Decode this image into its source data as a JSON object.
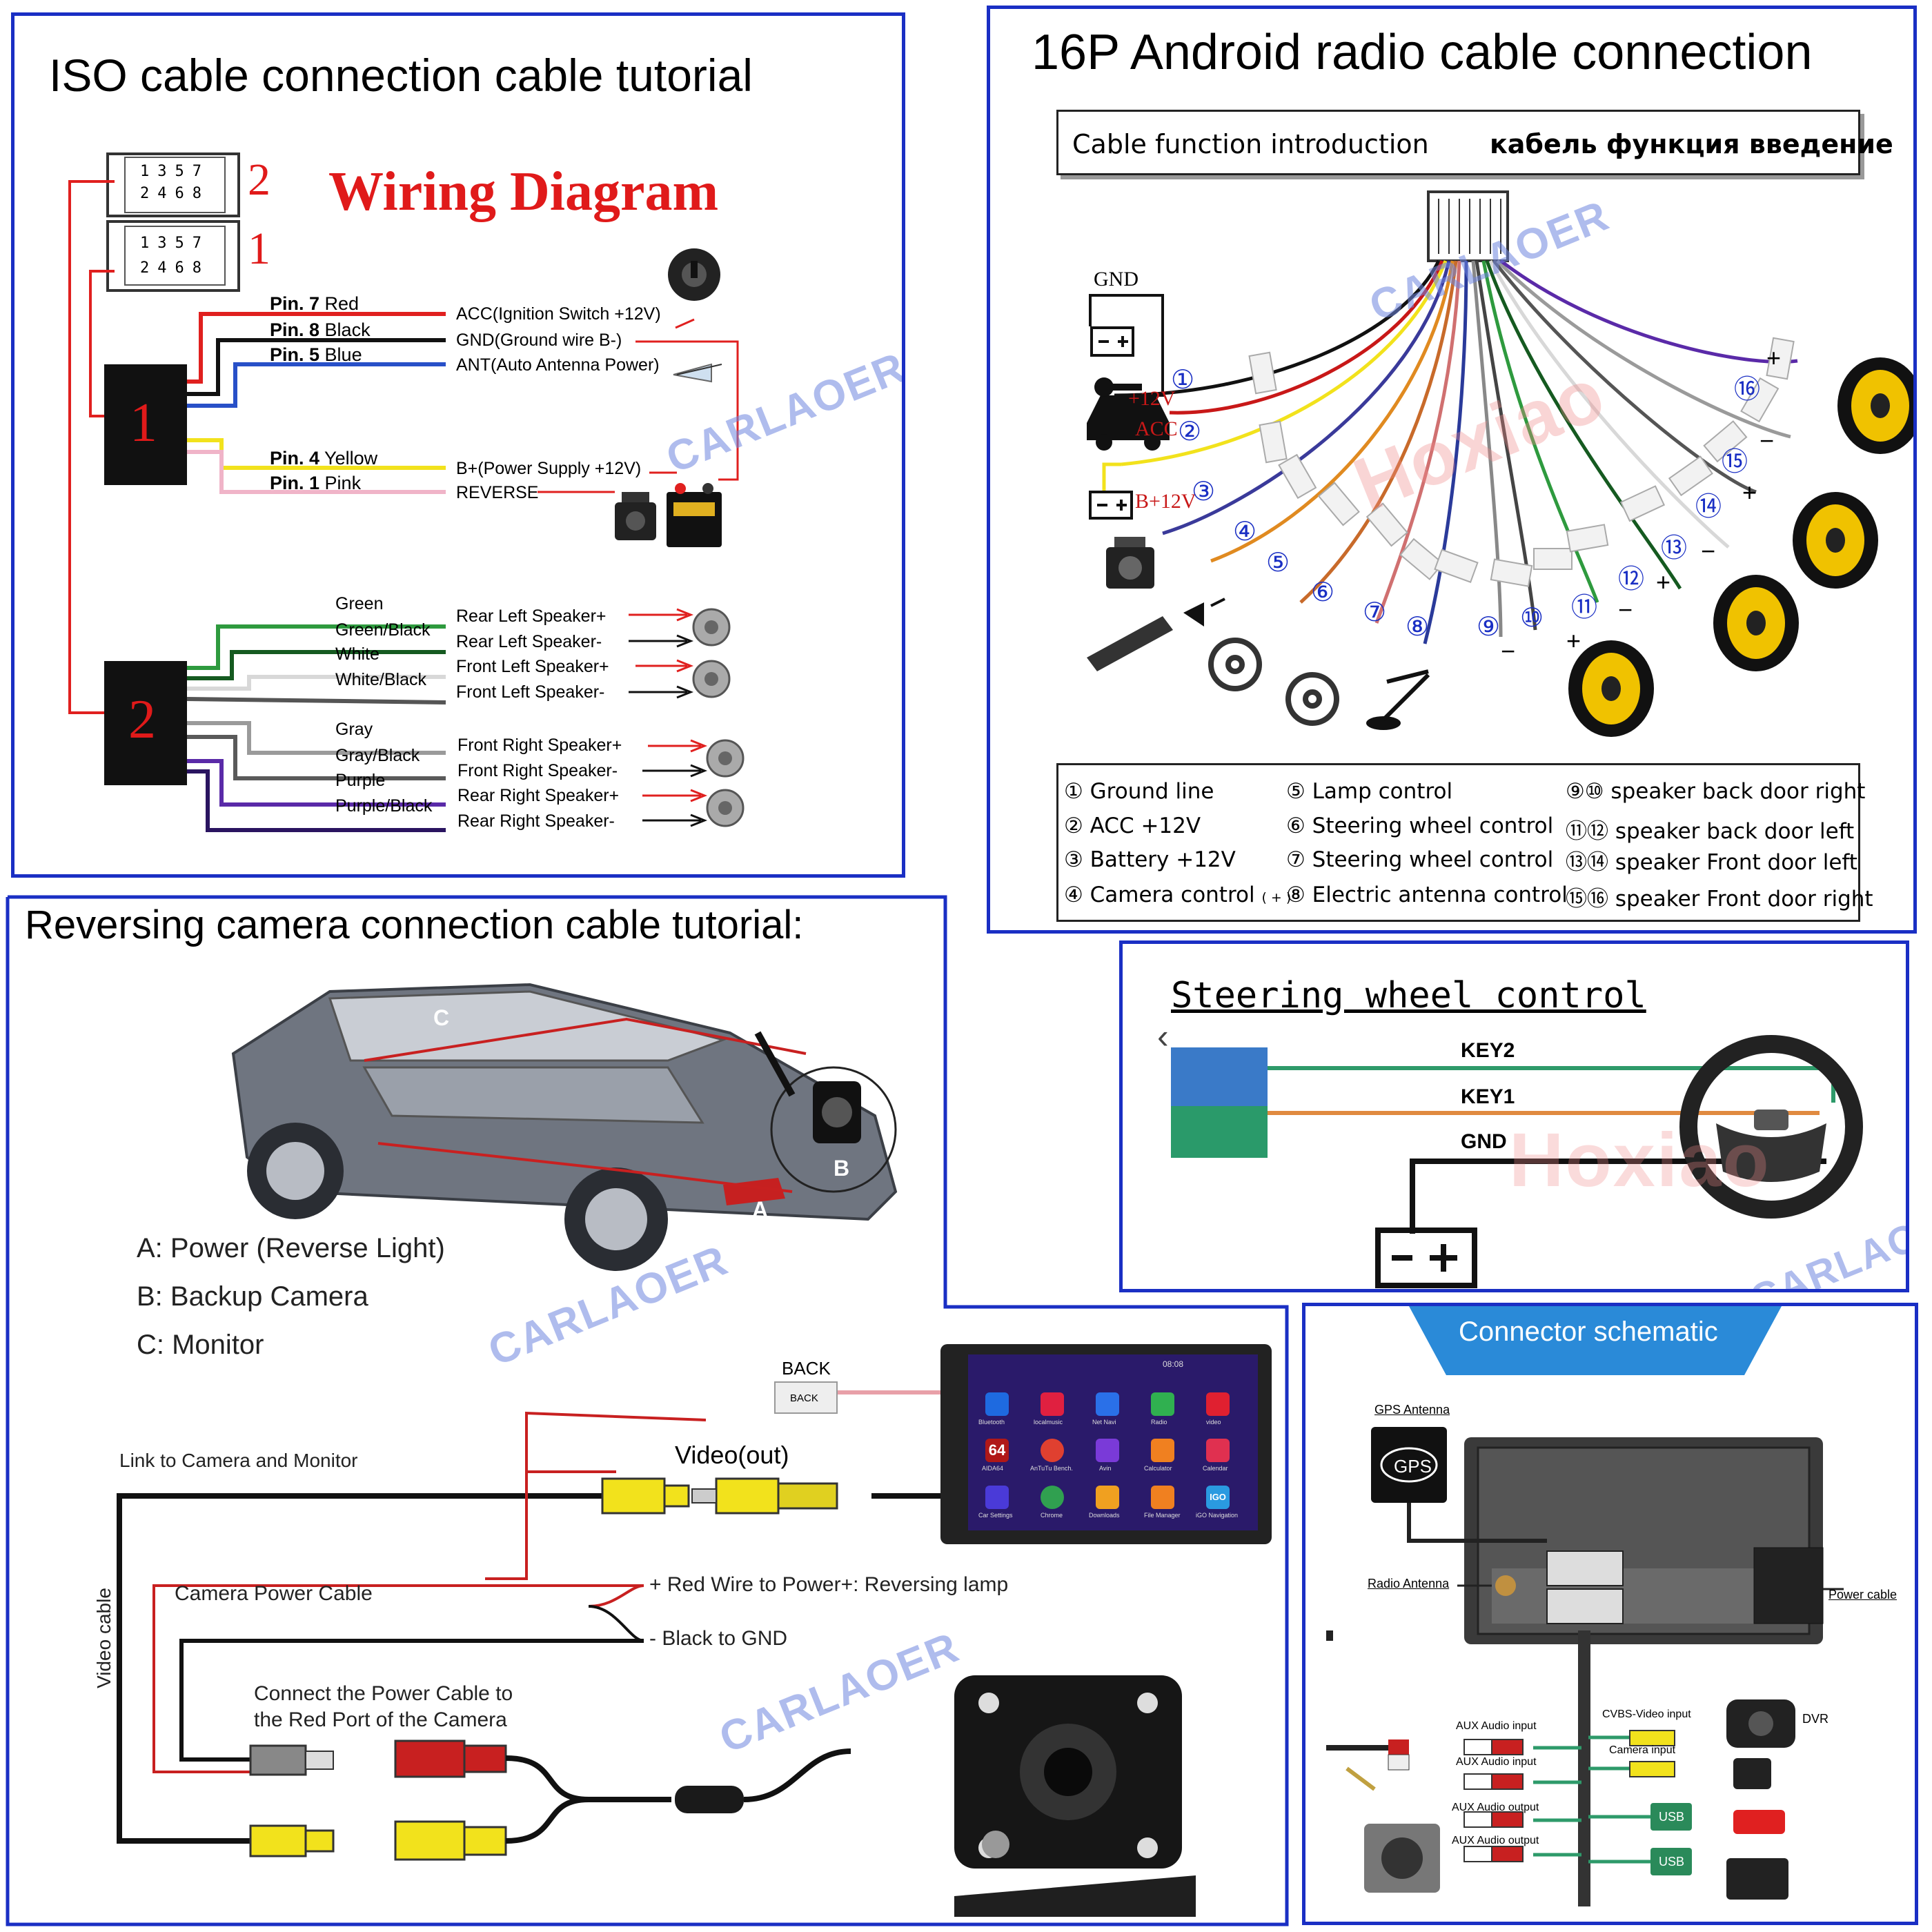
{
  "iso_panel": {
    "title": "ISO cable connection cable tutorial",
    "diagram_title": "Wiring Diagram",
    "connector_labels": [
      "2",
      "1"
    ],
    "connector_pin_rows": [
      [
        "1",
        "3",
        "5",
        "7"
      ],
      [
        "2",
        "4",
        "6",
        "8"
      ]
    ],
    "box1": "1",
    "box2": "2",
    "pins": [
      {
        "pin": "Pin. 7",
        "color_name": "Red",
        "label": "ACC(Ignition Switch +12V)",
        "color": "#e0201f"
      },
      {
        "pin": "Pin. 8",
        "color_name": "Black",
        "label": "GND(Ground wire B-)",
        "color": "#111111"
      },
      {
        "pin": "Pin. 5",
        "color_name": "Blue",
        "label": "ANT(Auto Antenna Power)",
        "color": "#2850c8"
      },
      {
        "pin": "Pin. 4",
        "color_name": "Yellow",
        "label": "B+(Power Supply +12V)",
        "color": "#f2e21c"
      },
      {
        "pin": "Pin. 1",
        "color_name": "Pink",
        "label": "REVERSE",
        "color": "#f0b4c8"
      }
    ],
    "speakers": [
      {
        "wire": "Green",
        "label": "Rear Left Speaker+",
        "color": "#2e9a3e"
      },
      {
        "wire": "Green/Black",
        "label": "Rear Left Speaker-",
        "color": "#155a20"
      },
      {
        "wire": "White",
        "label": "Front Left Speaker+",
        "color": "#d8d8d8"
      },
      {
        "wire": "White/Black",
        "label": "Front Left Speaker-",
        "color": "#555555"
      },
      {
        "wire": "Gray",
        "label": "Front Right Speaker+",
        "color": "#9a9a9a"
      },
      {
        "wire": "Gray/Black",
        "label": "Front Right Speaker-",
        "color": "#5a5a5a"
      },
      {
        "wire": "Purple",
        "label": "Rear Right Speaker+",
        "color": "#5a2aa8"
      },
      {
        "wire": "Purple/Black",
        "label": "Rear Right Speaker-",
        "color": "#2a1460"
      }
    ],
    "watermark": "CARLAOER"
  },
  "android_panel": {
    "title": "16P Android radio cable connection",
    "header_left": "Cable function introduction",
    "header_right": "кабель функция введение",
    "gnd_label": "GND",
    "acc_plus": "+12V",
    "acc_label": "ACC",
    "battery_label": "B+12V",
    "watermark": "CARLAOER",
    "watermark2": "Hoxiao",
    "numbers": [
      "①",
      "②",
      "③",
      "④",
      "⑤",
      "⑥",
      "⑦",
      "⑧",
      "⑨",
      "⑩",
      "⑪",
      "⑫",
      "⑬",
      "⑭",
      "⑮",
      "⑯"
    ],
    "plus": "+",
    "minus": "−",
    "legend": [
      "① Ground line",
      "② ACC +12V",
      "③ Battery +12V",
      "④ Camera control",
      "⑤ Lamp control",
      "⑥ Steering wheel control",
      "⑦ Steering wheel control",
      "⑧ Electric antenna control",
      "⑨⑩ speaker back door right",
      "⑪⑫ speaker back door left",
      "⑬⑭ speaker Front door left",
      "⑮⑯ speaker Front door right"
    ],
    "camera_suffix": "( + )"
  },
  "reversing_panel": {
    "title": "Reversing camera connection cable tutorial:",
    "labels": {
      "a": "A: Power (Reverse Light)",
      "b": "B: Backup Camera",
      "c": "C: Monitor"
    },
    "car_marks": [
      "A",
      "B",
      "C"
    ],
    "back_label": "BACK",
    "back_tag": "BACK",
    "video_out": "Video(out)",
    "link": "Link to Camera and Monitor",
    "power_cable": "Camera Power Cable",
    "red_wire": "+ Red Wire to Power+: Reversing lamp",
    "black_gnd": "- Black to GND",
    "connect_1": "Connect the Power Cable to",
    "connect_2": "the Red Port of the Camera",
    "video_cable": "Video cable",
    "watermark": "CARLAOER",
    "watermark2": "CARLAOER",
    "screen_time": "08:08",
    "apps": [
      "Bluetooth",
      "localmusic",
      "Net Navi",
      "Radio",
      "video",
      "AIDA64",
      "AnTuTu Bench.",
      "Avin",
      "Calculator",
      "Calendar",
      "Car Settings",
      "Chrome",
      "Downloads",
      "File Manager",
      "iGO Navigation"
    ],
    "app64": "64",
    "app_igo": "IGO"
  },
  "steering_panel": {
    "title": "Steering wheel control",
    "key2": "KEY2",
    "key1": "KEY1",
    "gnd": "GND",
    "watermark": "Hoxiao",
    "watermark2": "CARLAOER"
  },
  "connector_panel": {
    "banner": "Connector schematic",
    "gps": "GPS Antenna",
    "gps_box": "GPS",
    "radio": "Radio Antenna",
    "power": "Power cable",
    "aux_in1": "AUX Audio input",
    "aux_in2": "AUX Audio input",
    "aux_out1": "AUX Audio output",
    "aux_out2": "AUX Audio output",
    "cvbs": "CVBS-Video input",
    "camera_input": "Camera   input",
    "dvr": "DVR",
    "usb1": "USB",
    "usb2": "USB"
  }
}
